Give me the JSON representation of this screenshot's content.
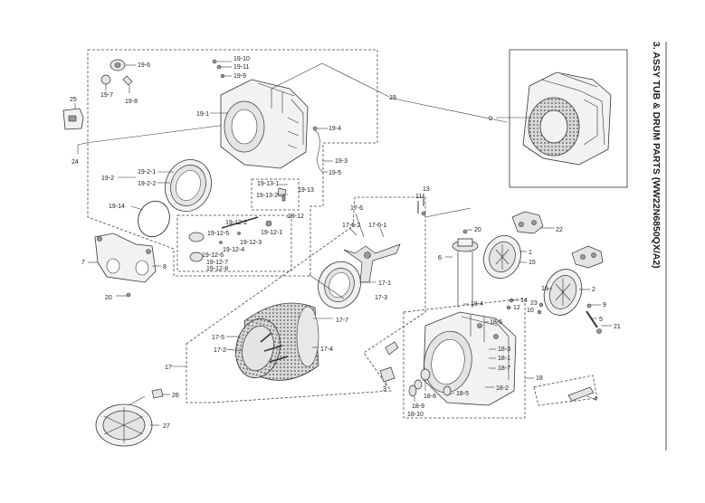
{
  "title": "3. ASSY TUB & DRUM PARTS (WW22N6850QX/A2)",
  "labels": {
    "p0": "0",
    "p19_6": "19-6",
    "p19_7": "19-7",
    "p19_8": "19-8",
    "p19_10": "19-10",
    "p19_11": "19-11",
    "p19_9": "19-9",
    "p19": "19",
    "p25": "25",
    "p19_1": "19-1",
    "p19_4": "19-4",
    "p24": "24",
    "p19_3": "19-3",
    "p19_5": "19-5",
    "p19_2": "19-2",
    "p19_2_1": "19-2-1",
    "p19_2_2": "19-2-2",
    "p19_13_1": "19-13-1",
    "p19_13": "19-13",
    "p19_13_2": "19-13-2",
    "p19_14": "19-14",
    "p19_12": "19-12",
    "p19_12_2": "19-12-2",
    "p19_12_1": "19-12-1",
    "p19_12_5": "19-12-5",
    "p19_12_3": "19-12-3",
    "p19_12_4": "19-12-4",
    "p19_12_6": "19-12-6",
    "p19_12_7": "19-12-7",
    "p19_12_8": "19-12-8",
    "p7": "7",
    "p8": "8",
    "p20a": "20",
    "p17_6": "17-6",
    "p17_6_2": "17-6-2",
    "p17_6_1": "17-6-1",
    "p11": "11",
    "p13": "13",
    "p20b": "20",
    "p22": "22",
    "p6": "6",
    "p1": "1",
    "p15": "15",
    "p17_1": "17-1",
    "p17_3": "17-3",
    "p17_7": "17-7",
    "p17_5": "17-5",
    "p17_2": "17-2",
    "p17_4": "17-4",
    "p17": "17",
    "p2": "2",
    "p16": "16",
    "p9": "9",
    "p21": "21",
    "p5": "5",
    "p14": "14",
    "p12": "12",
    "p23": "23",
    "p10": "10",
    "p18_4": "18-4",
    "p18_6": "18-6",
    "p18_3": "18-3",
    "p18_1": "18-1",
    "p18_7": "18-7",
    "p18": "18",
    "p18_2": "18-2",
    "p3": "3",
    "p18_5": "18-5",
    "p18_8": "18-8",
    "p18_9": "18-9",
    "p18_10": "18-10",
    "p4": "4",
    "p26": "26",
    "p27": "27"
  }
}
